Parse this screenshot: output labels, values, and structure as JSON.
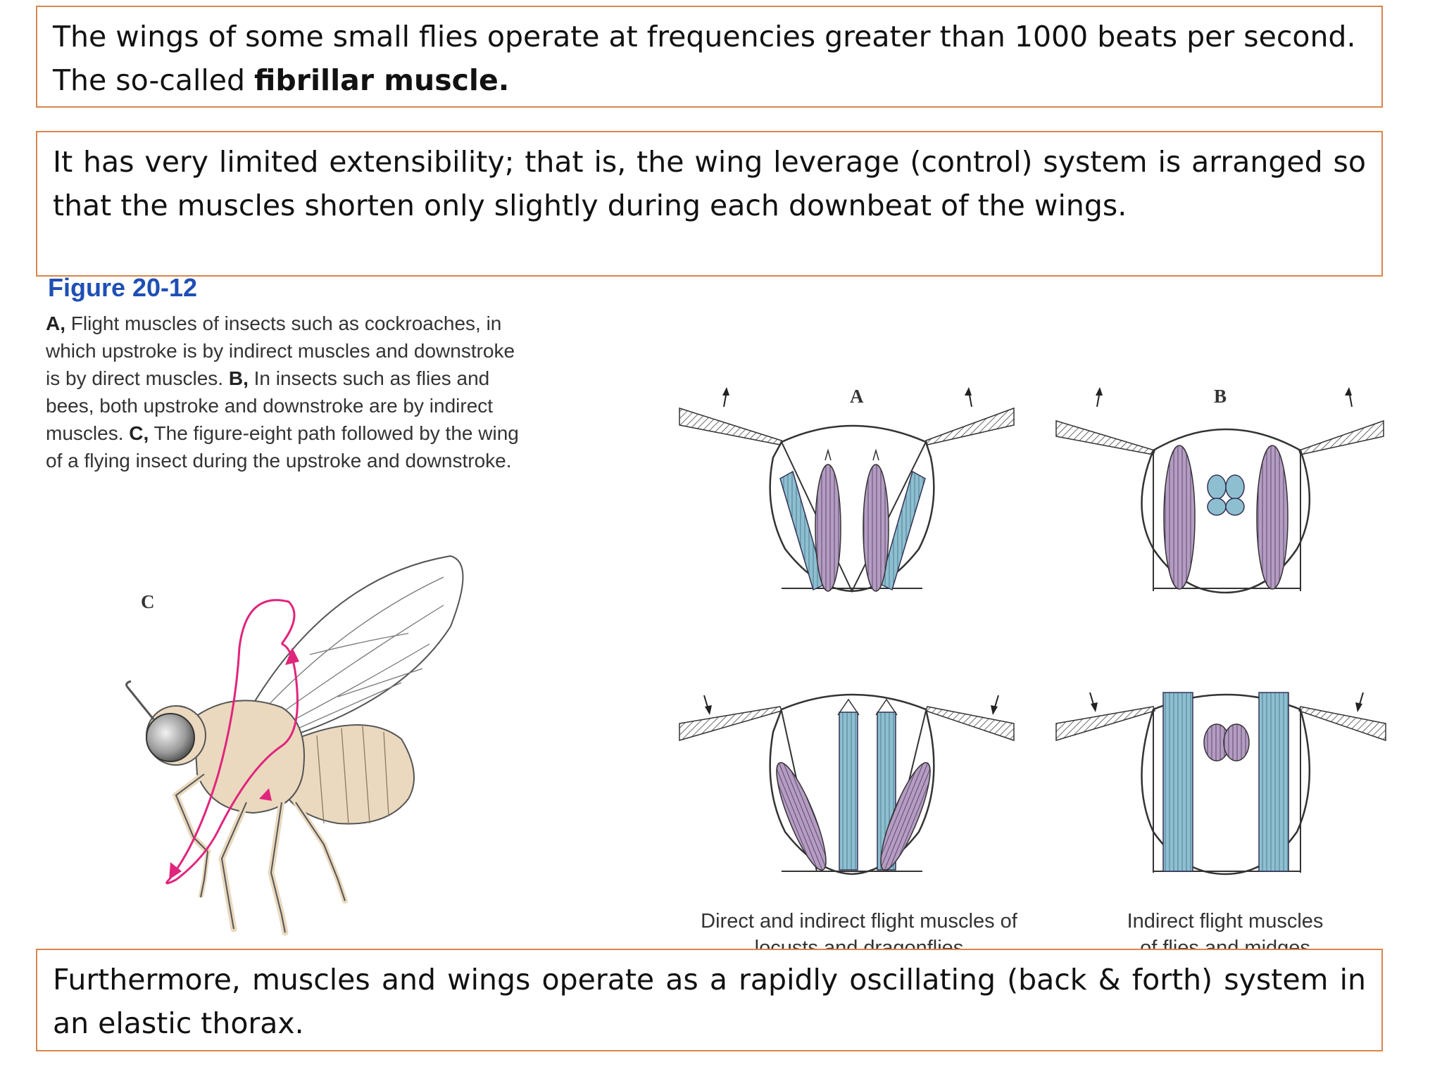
{
  "top_box": {
    "line1": "The wings of some small flies operate at frequencies greater than 1000 beats per second.",
    "line2_prefix": "The so-called ",
    "line2_bold": "fibrillar muscle."
  },
  "middle_box": {
    "text": "It has very limited extensibility; that is, the wing leverage (control) system is arranged so that the muscles shorten only slightly during each downbeat of the wings."
  },
  "figure": {
    "title": "Figure 20-12",
    "caption": {
      "a_label": "A,",
      "a_text": " Flight muscles of insects such as cockroaches, in which upstroke is by indirect muscles and downstroke is by direct muscles. ",
      "b_label": "B,",
      "b_text": " In insects such as flies and bees, both upstroke and downstroke are by indirect muscles. ",
      "c_label": "C,",
      "c_text": " The figure-eight path followed by the wing of a flying insect during the upstroke and downstroke."
    },
    "panel_labels": {
      "a": "A",
      "b": "B",
      "c": "C"
    },
    "caption_left": "Direct and indirect flight muscles of locusts and dragonflies",
    "caption_right": "Indirect flight muscles of flies and midges",
    "colors": {
      "direct_muscle": "#8EBFD0",
      "indirect_muscle": "#B49CC2",
      "wing_path": "#E0257C",
      "fly_body": "#EAD9BF",
      "box_border": "#D9864A",
      "figure_title": "#1F4FB4"
    }
  },
  "bottom_box": {
    "text": "Furthermore, muscles and wings operate as a rapidly oscillating (back & forth) system in an elastic thorax."
  }
}
